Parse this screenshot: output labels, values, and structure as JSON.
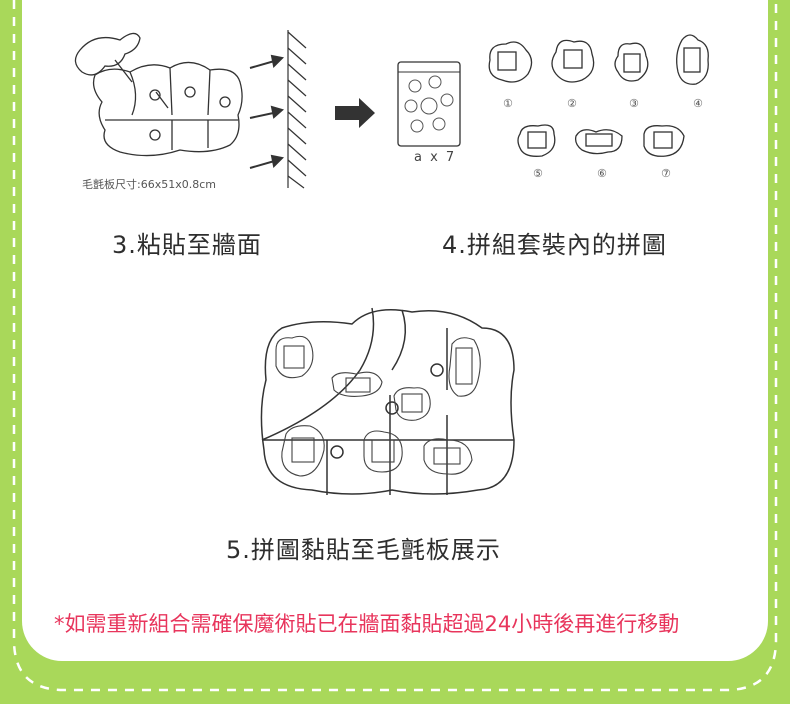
{
  "step3": {
    "caption": "3.粘貼至牆面",
    "board_size": "毛氈板尺寸:66x51x0.8cm"
  },
  "step4": {
    "caption": "4.拼組套裝內的拼圖",
    "bag_label": "a x 7",
    "piece_numbers": [
      "①",
      "②",
      "③",
      "④",
      "⑤",
      "⑥",
      "⑦"
    ]
  },
  "step5": {
    "caption": "5.拼圖黏貼至毛氈板展示"
  },
  "note": "*如需重新組合需確保魔術貼已在牆面黏貼超過24小時後再進行移動",
  "colors": {
    "background_green": "#a9d85a",
    "note_red": "#e8355c",
    "line": "#333333"
  }
}
